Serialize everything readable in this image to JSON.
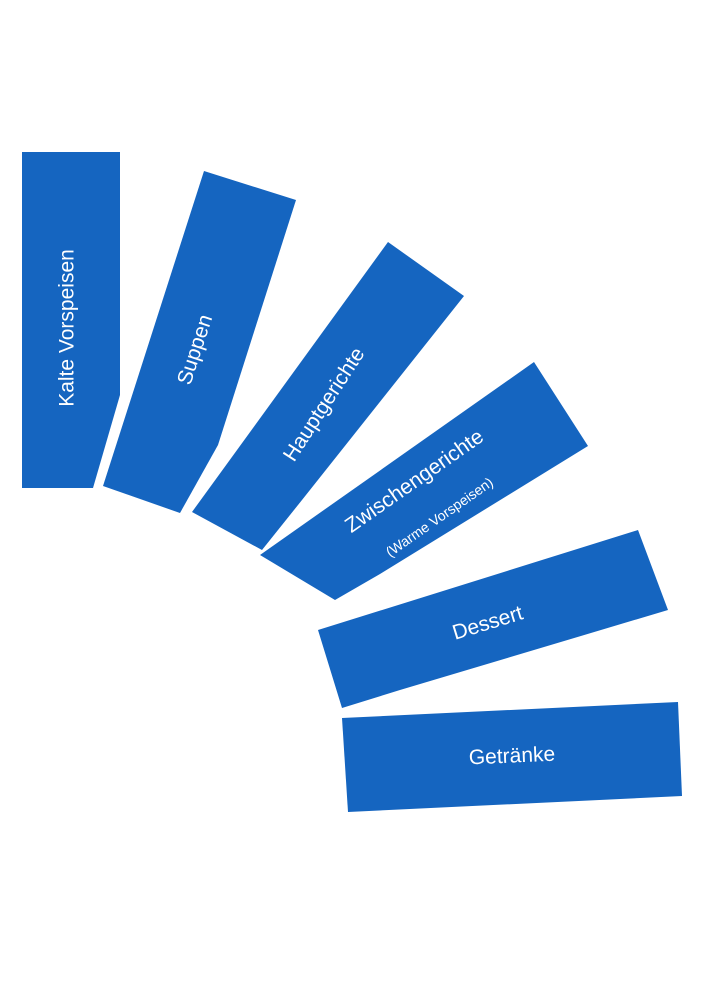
{
  "colors": {
    "card": "#1565c0",
    "text": "#ffffff",
    "background": "#ffffff"
  },
  "courses": [
    {
      "label": "Kalte Vorspeisen"
    },
    {
      "label": "Suppen"
    },
    {
      "label": "Hauptgerichte"
    },
    {
      "label": "Zwischengerichte",
      "sublabel": "(Warme Vorspeisen)"
    },
    {
      "label": "Dessert"
    },
    {
      "label": "Getränke"
    }
  ]
}
